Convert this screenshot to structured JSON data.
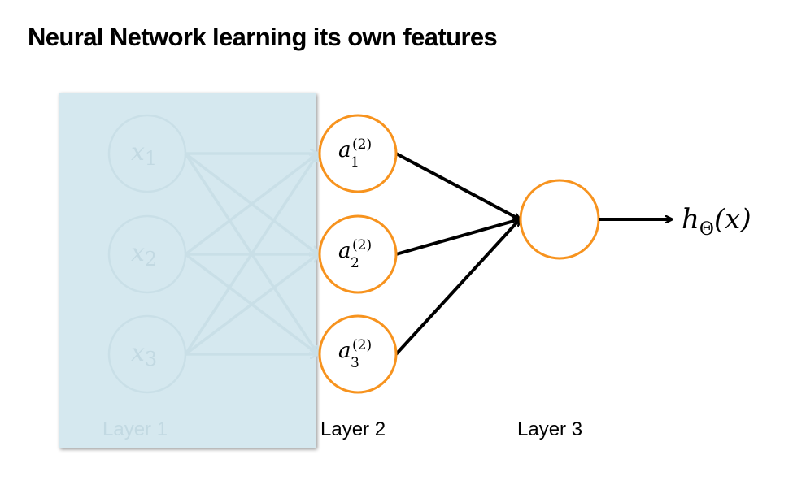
{
  "title": "Neural Network learning its own features",
  "colors": {
    "node_active": "#f7931e",
    "edge_active": "#000000",
    "overlay_fill": "#d5e8ef",
    "faded": "#c9dfe7",
    "faded_text": "#c2d9e2"
  },
  "layers": [
    {
      "label": "Layer 1",
      "faded": true,
      "nodes": [
        {
          "var": "x",
          "sub": "1",
          "sup": ""
        },
        {
          "var": "x",
          "sub": "2",
          "sup": ""
        },
        {
          "var": "x",
          "sub": "3",
          "sup": ""
        }
      ]
    },
    {
      "label": "Layer 2",
      "faded": false,
      "nodes": [
        {
          "var": "a",
          "sub": "1",
          "sup": "(2)"
        },
        {
          "var": "a",
          "sub": "2",
          "sup": "(2)"
        },
        {
          "var": "a",
          "sub": "3",
          "sup": "(2)"
        }
      ]
    },
    {
      "label": "Layer 3",
      "faded": false,
      "nodes": [
        {
          "var": "",
          "sub": "",
          "sup": ""
        }
      ]
    }
  ],
  "output": {
    "func": "h",
    "sub": "Θ",
    "arg": "(x)"
  },
  "overlay": {
    "covers": "Layer 1"
  }
}
